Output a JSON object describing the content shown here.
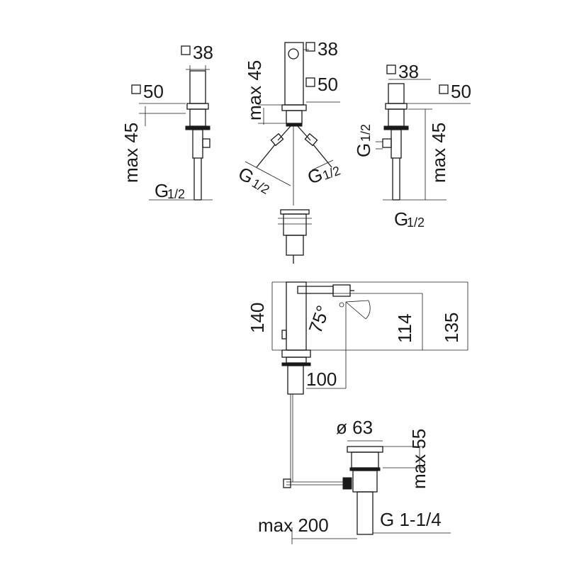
{
  "labels": {
    "v1_sq38": "38",
    "v1_sq50": "50",
    "v1_max45": "max 45",
    "v1_g": "G",
    "v1_half": "1/2",
    "v2_sq38": "38",
    "v2_max45": "max 45",
    "v2_sq50": "50",
    "v2_gl": "G",
    "v2_gl_half": "1/2",
    "v2_gr": "G",
    "v2_gr_half": "1/2",
    "v3_sq38": "38",
    "v3_sq50": "50",
    "v3_g_side": "G",
    "v3_g_side_half": "1/2",
    "v3_max45": "max 45",
    "v3_g": "G",
    "v3_half": "1/2",
    "side_140": "140",
    "side_114": "114",
    "side_135": "135",
    "side_75": "75°",
    "side_100": "100",
    "waste_d63": "ø 63",
    "waste_max55": "max 55",
    "waste_max200": "max 200",
    "waste_g114": "G 1-1/4"
  }
}
